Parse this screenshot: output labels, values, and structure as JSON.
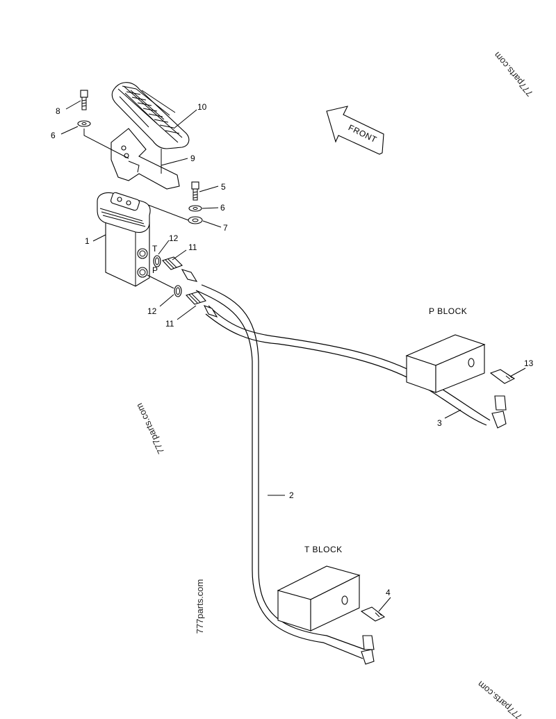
{
  "diagram": {
    "front_label": "FRONT",
    "blocks": {
      "p_block": "P  BLOCK",
      "t_block": "T  BLOCK"
    },
    "port_labels": {
      "t": "T",
      "p": "P"
    },
    "callouts": {
      "c1": "1",
      "c2": "2",
      "c3": "3",
      "c4": "4",
      "c5": "5",
      "c6a": "6",
      "c6b": "6",
      "c7": "7",
      "c8": "8",
      "c9": "9",
      "c10": "10",
      "c11a": "11",
      "c11b": "11",
      "c12a": "12",
      "c12b": "12",
      "c13": "13"
    },
    "watermarks": {
      "w1": "777parts.com",
      "w2": "777parts.com",
      "w3": "777parts.com",
      "w4": "777parts.com"
    }
  }
}
